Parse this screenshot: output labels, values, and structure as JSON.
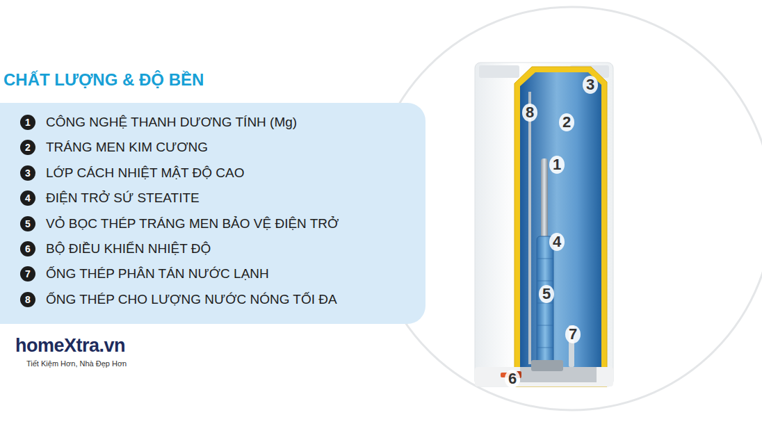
{
  "diagram": {
    "title": "CHẤT LƯỢNG & ĐỘ BỀN",
    "nodes": [
      {
        "text": [
          "CÔNG NGHỆ THANH DƯƠNG TÍNH (Mg)",
          "TRÁNG MEN KIM CƯƠNG",
          "LỚP CÁCH NHIỆT MẬT ĐỘ CAO",
          "ĐIỆN TRỞ SỨ STEATITE",
          "VỎ BỌC THÉP TRÁNG MEN BẢO VỆ ĐIỆN TRỞ",
          "BỘ ĐIỀU KHIỂN NHIỆT ĐỘ",
          "ỐNG THÉP PHÂN TÁN NƯỚC LẠNH",
          "ỐNG THÉP CHO LƯỢNG NƯỚC NÓNG TỐI ĐA"
        ]
      },
      {
        "text": [
          "1"
        ],
        "in": 0
      },
      {
        "text": [
          "2"
        ],
        "in": 0
      },
      {
        "text": [
          "3"
        ],
        "in": 0
      },
      {
        "text": [
          "4"
        ],
        "in": 0
      },
      {
        "text": [
          "5"
        ],
        "in": 0
      },
      {
        "text": [
          "6"
        ],
        "in": 0
      },
      {
        "text": [
          "7"
        ],
        "in": 0
      },
      {
        "text": [
          "8"
        ],
        "in": 0
      }
    ],
    "labels": [
      "3",
      "8",
      "2",
      "1",
      "4",
      "5",
      "7",
      "6",
      "homeXtra.vn",
      "Tiết Kiệm Hơn, Nhà Đẹp Hơn"
    ]
  }
}
